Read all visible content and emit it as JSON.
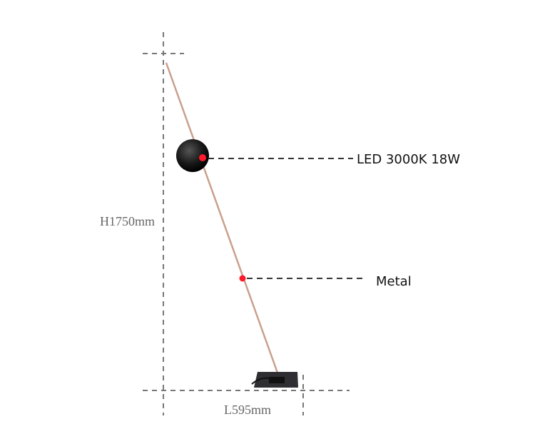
{
  "annotations": {
    "led": "LED 3000K 18W",
    "material": "Metal"
  },
  "dimensions": {
    "height": "H1750mm",
    "length": "L595mm"
  },
  "colors": {
    "pole": "#c9a08c",
    "marker": "#ff1a2a",
    "lamp_head": "#1a1a1a",
    "base": "#2e2e33"
  }
}
